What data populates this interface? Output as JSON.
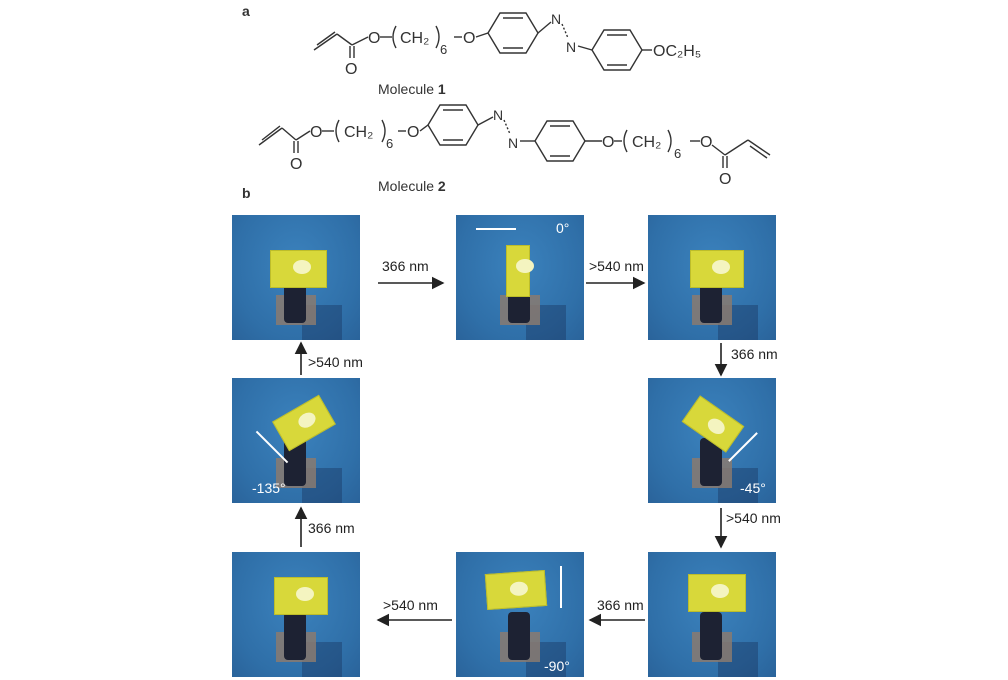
{
  "panel_a": {
    "label": "a",
    "molecule1": {
      "caption": "Molecule ",
      "number": "1",
      "o1": "O",
      "o2": "O",
      "o3": "O",
      "ch2": "CH₂",
      "sub": "6",
      "n1": "N",
      "n2": "N",
      "end": "OC₂H₅"
    },
    "molecule2": {
      "caption": "Molecule ",
      "number": "2",
      "o1": "O",
      "o2": "O",
      "o3": "O",
      "o4": "O",
      "o5": "O",
      "o6": "O",
      "ch2": "CH₂",
      "sub": "6",
      "n1": "N",
      "n2": "N"
    }
  },
  "panel_b": {
    "label": "b",
    "angles": {
      "top_middle": "0°",
      "right_middle": "-45°",
      "bottom_middle": "-90°",
      "left_middle": "-135°"
    },
    "arrows": {
      "top_left": "366 nm",
      "top_right": ">540 nm",
      "right_upper": "366 nm",
      "right_lower": ">540 nm",
      "bottom_right": "366 nm",
      "bottom_left": ">540 nm",
      "left_lower": "366 nm",
      "left_upper": ">540 nm"
    },
    "colors": {
      "background": "#2f6fa8",
      "film": "#d8d83a"
    }
  }
}
